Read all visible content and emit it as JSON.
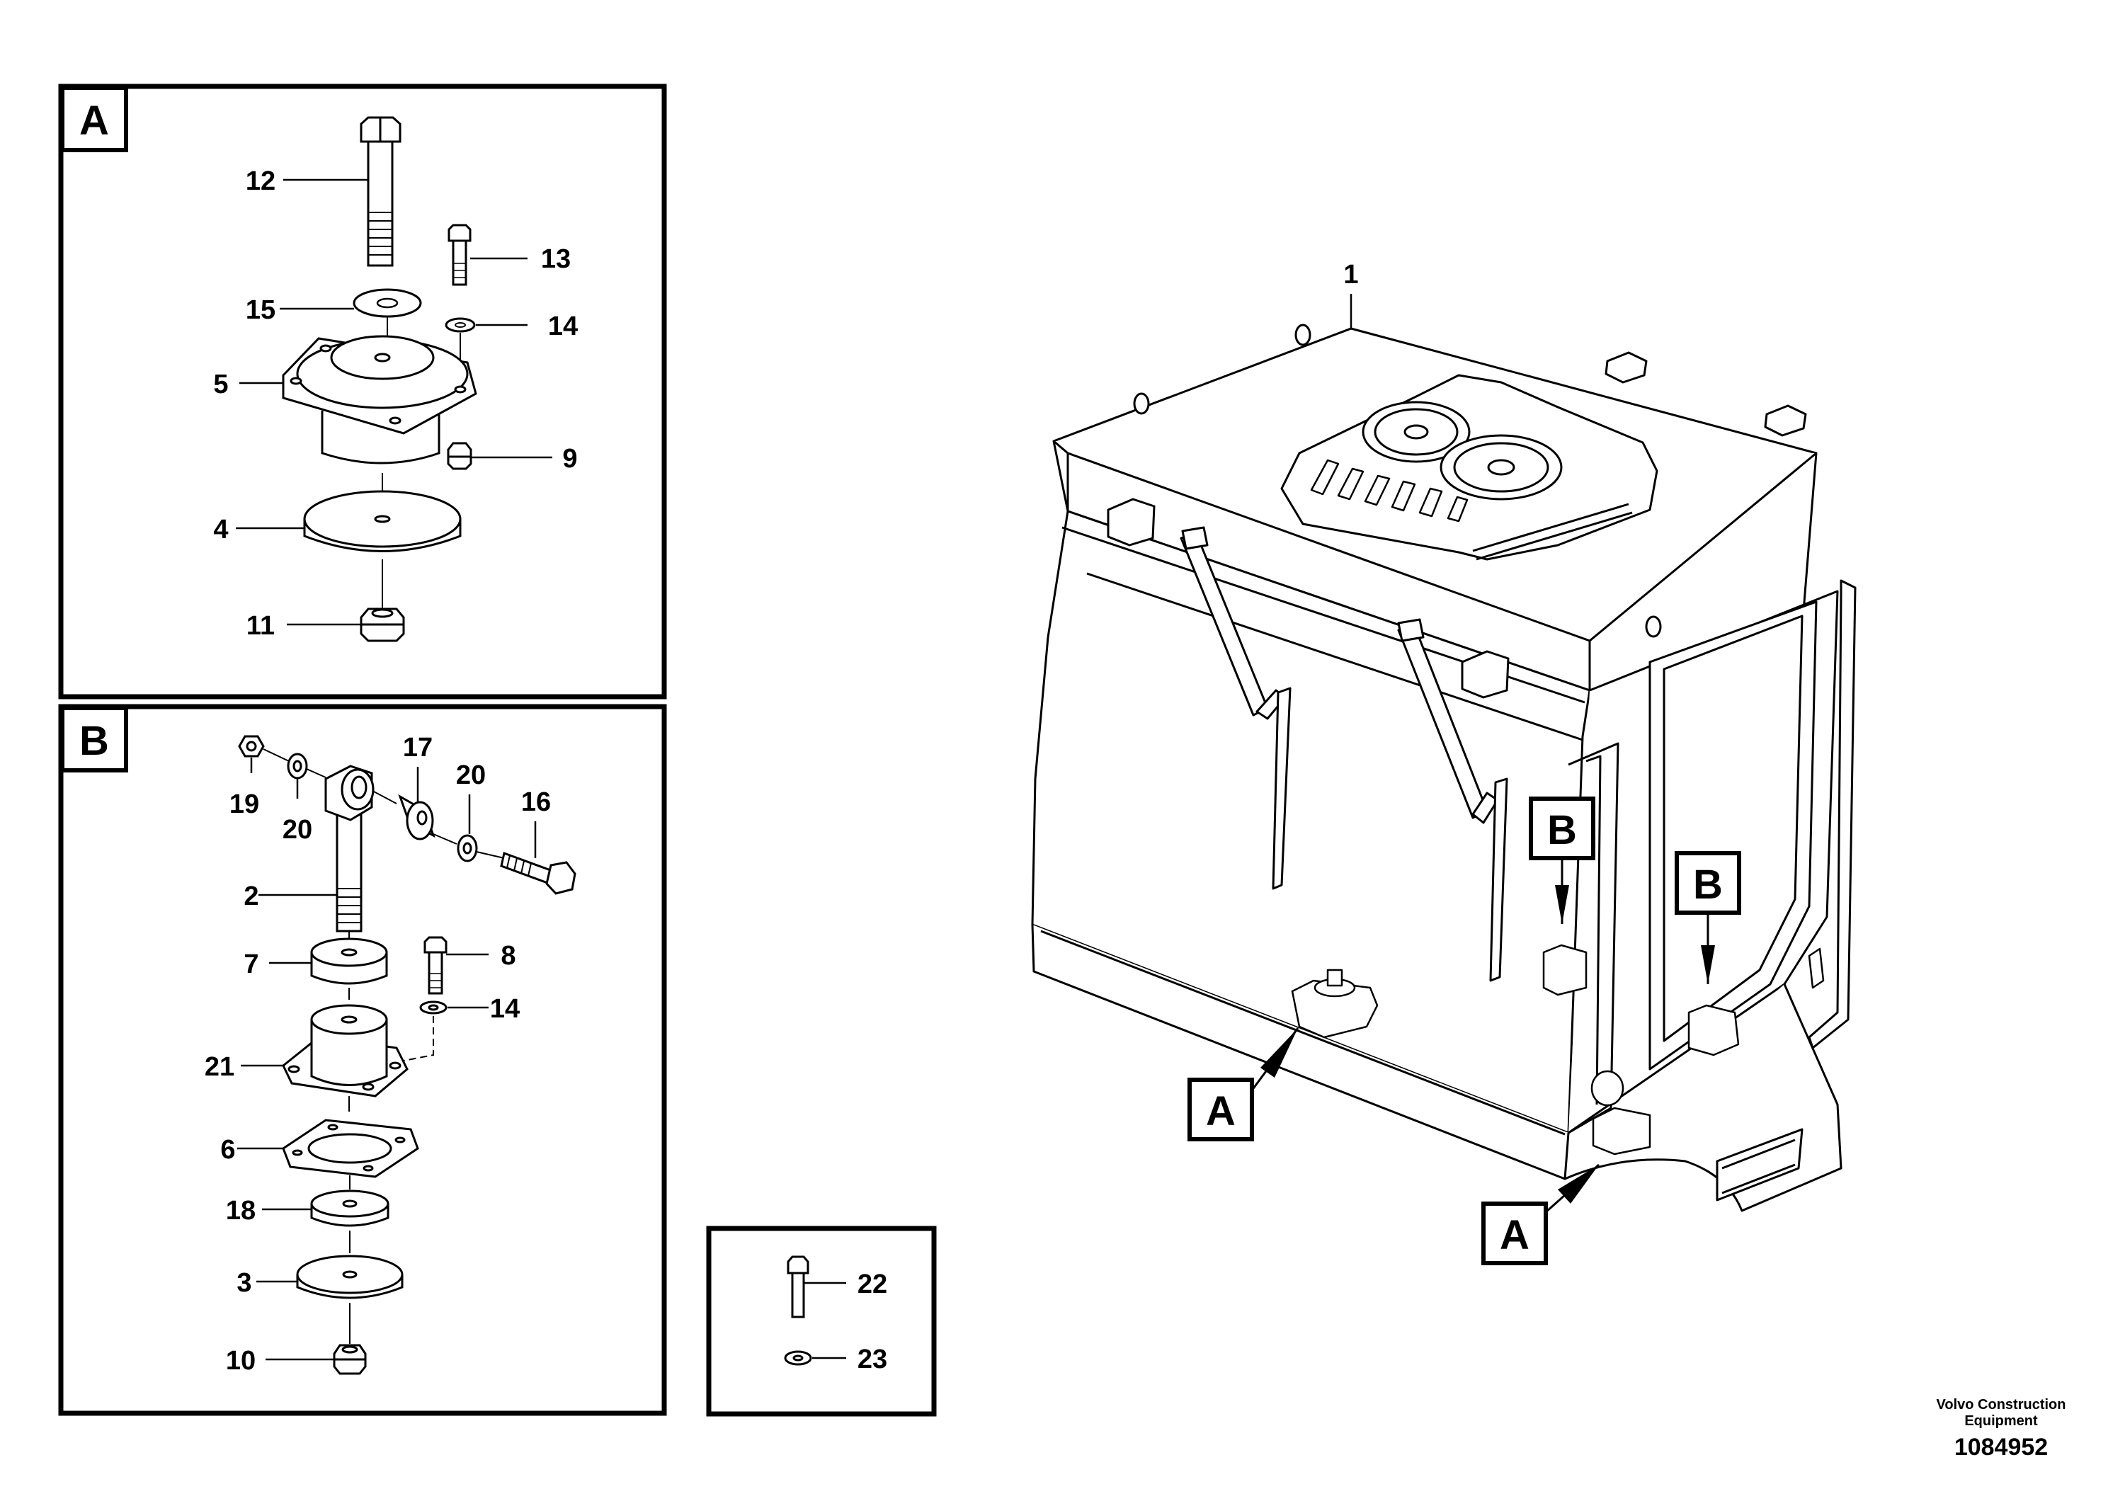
{
  "diagram": {
    "panel_a": {
      "letter": "A",
      "labels": [
        "12",
        "13",
        "15",
        "14",
        "5",
        "9",
        "4",
        "11"
      ]
    },
    "panel_b": {
      "letter": "B",
      "labels": [
        "17",
        "20",
        "16",
        "19",
        "20",
        "2",
        "7",
        "8",
        "14",
        "21",
        "6",
        "18",
        "3",
        "10"
      ]
    },
    "panel_c": {
      "labels": [
        "22",
        "23"
      ]
    },
    "cab": {
      "labels": [
        "1"
      ],
      "callouts": [
        "B",
        "B",
        "A",
        "A"
      ]
    }
  },
  "footer": {
    "brand_line1": "Volvo Construction",
    "brand_line2": "Equipment",
    "part_number": "1084952"
  }
}
